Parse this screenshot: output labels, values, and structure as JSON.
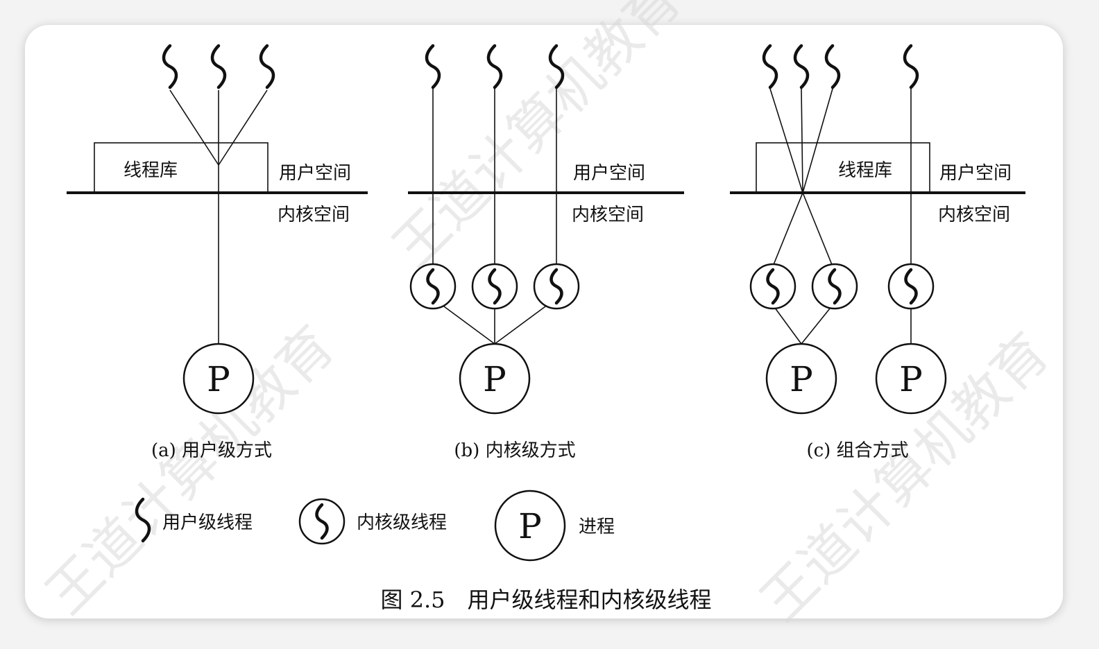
{
  "labels": {
    "thread_lib": "线程库",
    "user_space": "用户空间",
    "kernel_space": "内核空间",
    "process_letter": "P"
  },
  "subfigures": [
    {
      "id": "a",
      "caption": "(a) 用户级方式"
    },
    {
      "id": "b",
      "caption": "(b) 内核级方式"
    },
    {
      "id": "c",
      "caption": "(c) 组合方式"
    }
  ],
  "legend": {
    "user_thread": "用户级线程",
    "kernel_thread": "内核级线程",
    "process": "进程"
  },
  "figure_title": "图 2.5　用户级线程和内核级线程",
  "watermark": "王道计算机教育",
  "colors": {
    "ink": "#111111",
    "card": "#ffffff",
    "page": "#f3f3f3"
  }
}
